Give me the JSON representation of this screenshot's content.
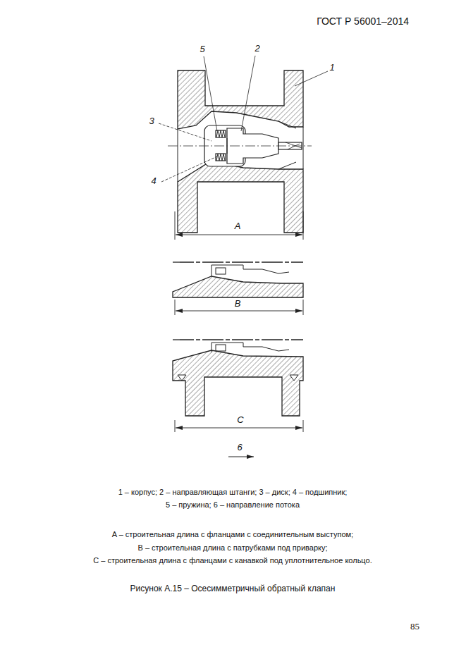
{
  "diagram": {
    "caption": "Рисунок А.15 – Осесимметричный обратный клапан",
    "labels": [
      "ГОСТ Р 56001–2014",
      "5",
      "2",
      "1",
      "3",
      "4",
      "A",
      "B",
      "C",
      "6",
      "1 – корпус; 2 – направляющая штанги; 3 – диск; 4 – подшипник;",
      "5 – пружина; 6 – направление потока",
      "A – строительная длина с фланцами с соединительным выступом;",
      "B – строительная длина с патрубками под приварку;",
      "C – строительная длина с фланцами с канавкой под уплотнительное кольцо.",
      "85"
    ]
  }
}
